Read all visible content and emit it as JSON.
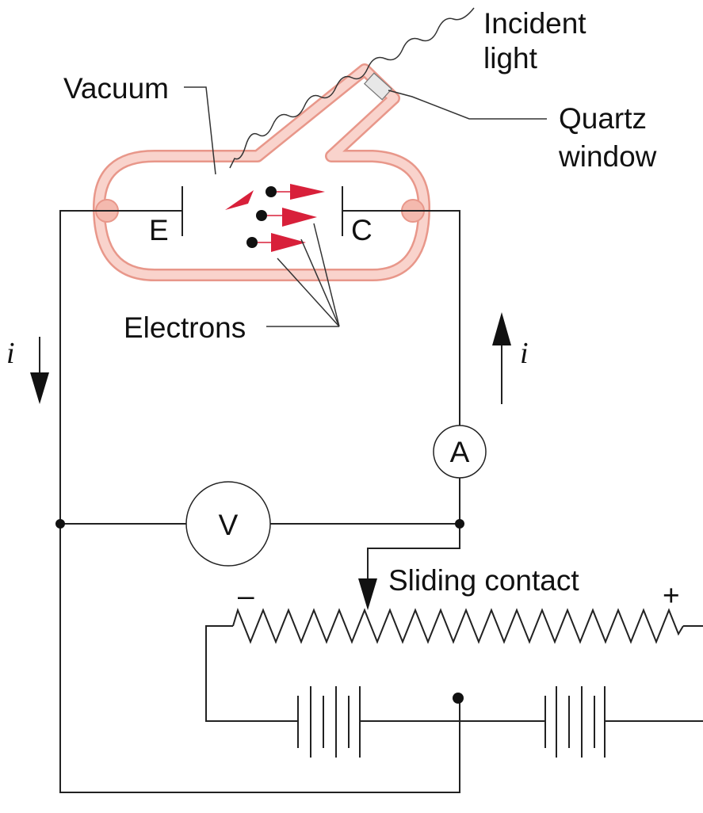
{
  "labels": {
    "incident_light": [
      "Incident",
      "light"
    ],
    "quartz_window": [
      "Quartz",
      "window"
    ],
    "vacuum": "Vacuum",
    "emitter": "E",
    "collector": "C",
    "electrons": "Electrons",
    "current_left": "i",
    "current_right": "i",
    "ammeter": "A",
    "voltmeter": "V",
    "sliding_contact": "Sliding contact",
    "minus": "–",
    "plus": "+"
  },
  "colors": {
    "tube_fill": "#f9d3cc",
    "tube_stroke": "#e8978a",
    "arrow_red": "#d8203a",
    "wire": "#222222"
  }
}
